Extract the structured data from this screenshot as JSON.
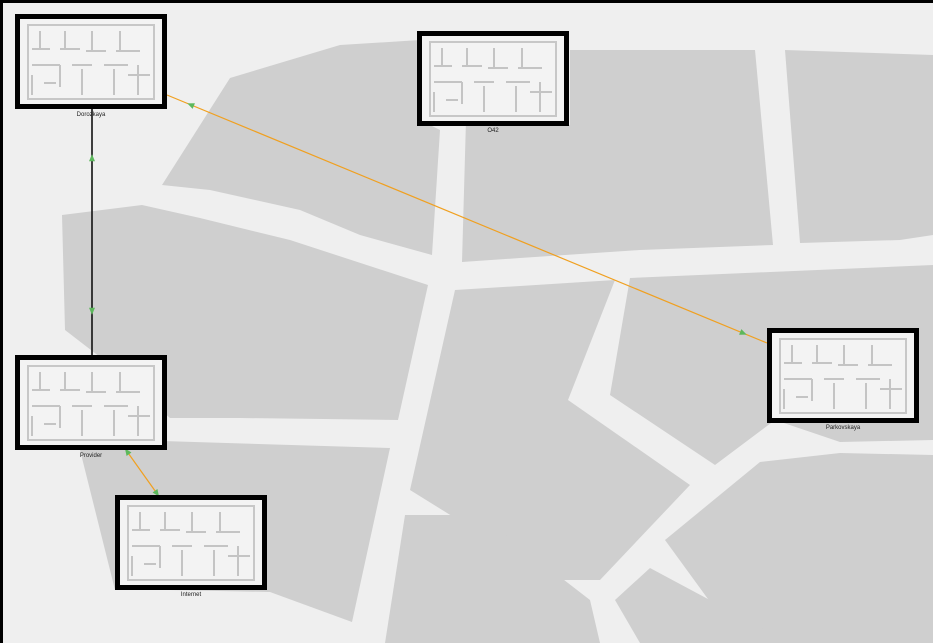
{
  "canvas": {
    "background": "#efefef",
    "block_color": "#cfcfcf",
    "road_color": "#efefef"
  },
  "nodes": [
    {
      "id": "n1",
      "label": "Dorozkaya"
    },
    {
      "id": "n2",
      "label": "О42"
    },
    {
      "id": "n3",
      "label": "Provider"
    },
    {
      "id": "n4",
      "label": "Parkovskaya"
    },
    {
      "id": "n5",
      "label": "Internet"
    }
  ],
  "links": [
    {
      "from": "n1",
      "to": "n3",
      "color": "#111111",
      "marker_color": "#5cb85c"
    },
    {
      "from": "n1",
      "to": "n4",
      "color": "#f0a020",
      "marker_color": "#5cb85c"
    },
    {
      "from": "n3",
      "to": "n5",
      "color": "#f0a020",
      "marker_color": "#5cb85c"
    }
  ],
  "icons": {
    "node_icon": "floor-plan-icon"
  }
}
